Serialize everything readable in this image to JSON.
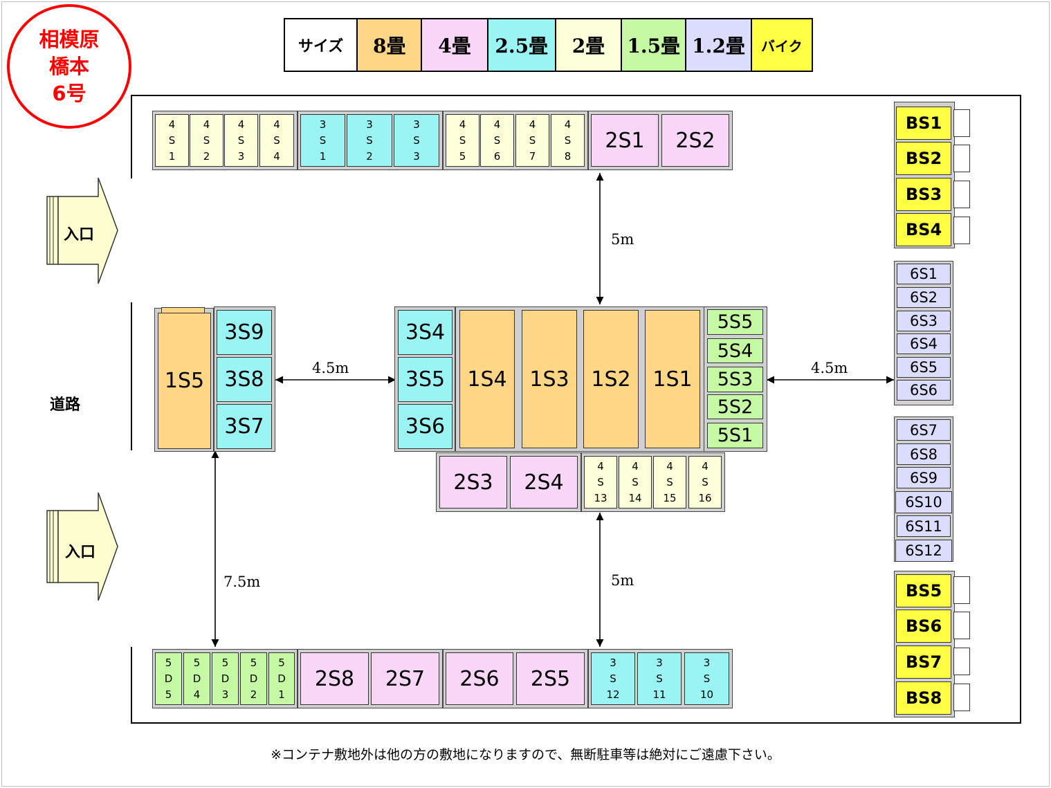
{
  "stamp": {
    "line1": "相模原",
    "line2": "橋本",
    "line3": "6号",
    "color": "#ff0000"
  },
  "legend": {
    "items": [
      {
        "label": "サイズ",
        "color": "#ffffff"
      },
      {
        "label": "8畳",
        "color": "#ffd685"
      },
      {
        "label": "4畳",
        "color": "#f9d5f8"
      },
      {
        "label": "2.5畳",
        "color": "#9af4f4"
      },
      {
        "label": "2畳",
        "color": "#fdffd9"
      },
      {
        "label": "1.5畳",
        "color": "#c5f9a3"
      },
      {
        "label": "1.2畳",
        "color": "#dcdcff"
      },
      {
        "label": "バイク",
        "color": "#ffff44"
      }
    ]
  },
  "labels": {
    "entrance_top": "入口",
    "entrance_bottom": "入口",
    "road": "道路"
  },
  "dimensions": {
    "top_gap": "5m",
    "left_gap": "4.5m",
    "right_gap": "4.5m",
    "left_vertical": "7.5m",
    "bottom_gap": "5m"
  },
  "units": {
    "top_row_a": [
      "4\nS\n1",
      "4\nS\n2",
      "4\nS\n3",
      "4\nS\n4"
    ],
    "top_row_b": [
      "3\nS\n1",
      "3\nS\n2",
      "3\nS\n3"
    ],
    "top_row_c": [
      "4\nS\n5",
      "4\nS\n6",
      "4\nS\n7",
      "4\nS\n8"
    ],
    "top_row_d": [
      "2S1",
      "2S2"
    ],
    "left_block_big": "1S5",
    "left_block_small": [
      "3S9",
      "3S8",
      "3S7"
    ],
    "center_left": [
      "3S4",
      "3S5",
      "3S6"
    ],
    "center_big": [
      "1S4",
      "1S3",
      "1S2",
      "1S1"
    ],
    "center_right": [
      "5S5",
      "5S4",
      "5S3",
      "5S2",
      "5S1"
    ],
    "center_bottom_a": [
      "2S3",
      "2S4"
    ],
    "center_bottom_b": [
      "4\nS\n13",
      "4\nS\n14",
      "4\nS\n15",
      "4\nS\n16"
    ],
    "bottom_row_a": [
      "5\nD\n5",
      "5\nD\n4",
      "5\nD\n3",
      "5\nD\n2",
      "5\nD\n1"
    ],
    "bottom_row_b": [
      "2S8",
      "2S7"
    ],
    "bottom_row_c": [
      "2S6",
      "2S5"
    ],
    "bottom_row_d": [
      "3\nS\n12",
      "3\nS\n11",
      "3\nS\n10"
    ],
    "bikes_top": [
      "BS1",
      "BS2",
      "BS3",
      "BS4"
    ],
    "right_6s_a": [
      "6S1",
      "6S2",
      "6S3",
      "6S4",
      "6S5",
      "6S6"
    ],
    "right_6s_b": [
      "6S7",
      "6S8",
      "6S9",
      "6S10",
      "6S11",
      "6S12"
    ],
    "bikes_bottom": [
      "BS5",
      "BS6",
      "BS7",
      "BS8"
    ]
  },
  "note": "※コンテナ敷地外は他の方の敷地になりますので、無断駐車等は絶対にご遠慮下さい。"
}
